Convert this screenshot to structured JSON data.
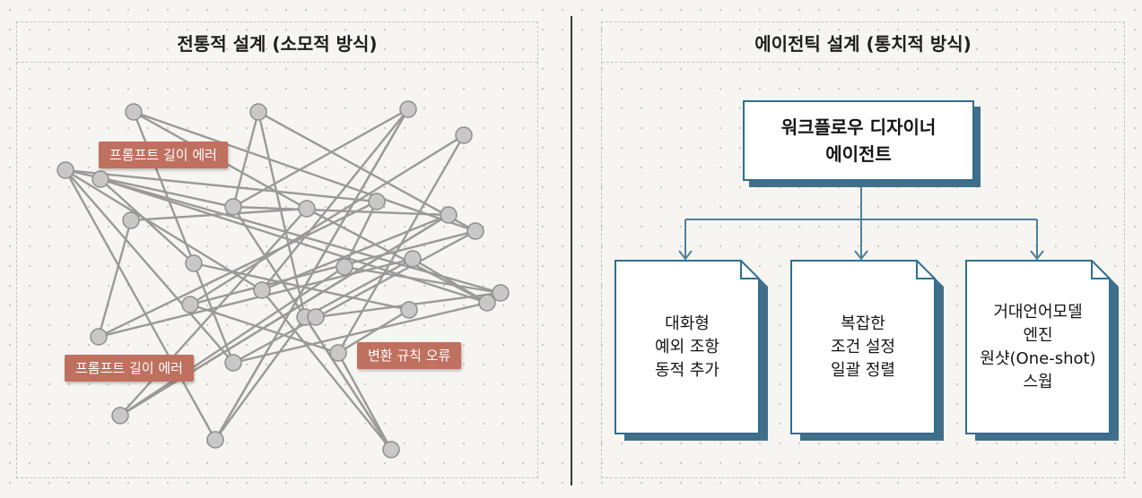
{
  "left_panel": {
    "title": "전통적 설계 (소모적 방식)",
    "labels": [
      "프롬프트 길이 에러",
      "프롬프트 길이 에러",
      "변환 규칙 오류"
    ]
  },
  "right_panel": {
    "title": "에이전틱 설계 (통치적 방식)",
    "designer": {
      "line1": "워크플로우 디자이너",
      "line2": "에이전트"
    },
    "docs": [
      {
        "lines": [
          "대화형",
          "예외 조항",
          "동적 추가"
        ]
      },
      {
        "lines": [
          "복잡한",
          "조건 설정",
          "일괄 정렬"
        ]
      },
      {
        "lines": [
          "거대언어모델",
          "엔진",
          "원샷(One-shot)",
          "스웝"
        ]
      }
    ]
  },
  "colors": {
    "node_fill": "#c8c8c8",
    "node_stroke": "#8e8e8e",
    "edge": "#9a9a9a",
    "error_label": "#c0705f",
    "box_border": "#2f6f8f",
    "box_shadow": "#3f6f8a",
    "arrow": "#4f7f99"
  }
}
